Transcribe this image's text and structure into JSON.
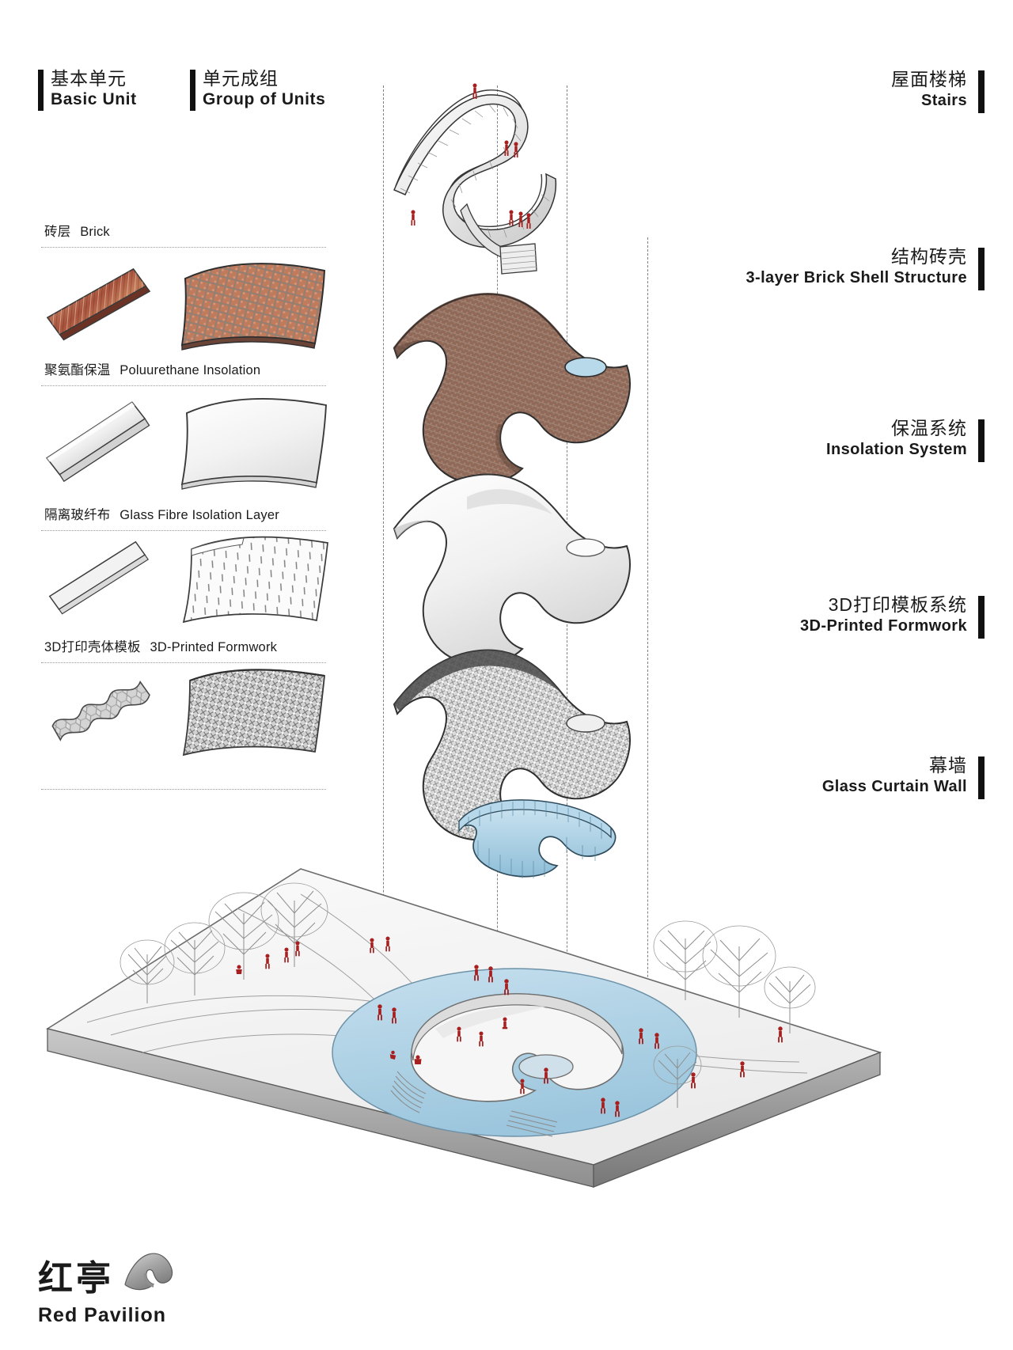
{
  "document": {
    "title": "Red Pavilion exploded axonometric construction diagram",
    "background": "#ffffff"
  },
  "legend_headers": [
    {
      "cn": "基本单元",
      "en": "Basic Unit"
    },
    {
      "cn": "单元成组",
      "en": "Group of Units"
    }
  ],
  "materials": [
    {
      "cn": "砖层",
      "en": "Brick",
      "unit_icon": "brick-unit-swatch",
      "group_icon": "brick-group-swatch"
    },
    {
      "cn": "聚氨酯保温",
      "en": "Poluurethane Insolation",
      "unit_icon": "insulation-unit-swatch",
      "group_icon": "insulation-group-swatch"
    },
    {
      "cn": "隔离玻纤布",
      "en": "Glass Fibre Isolation Layer",
      "unit_icon": "glassfibre-unit-swatch",
      "group_icon": "glassfibre-group-swatch"
    },
    {
      "cn": "3D打印壳体模板",
      "en": "3D-Printed Formwork",
      "unit_icon": "formwork-unit-swatch",
      "group_icon": "formwork-group-swatch"
    }
  ],
  "stages": [
    {
      "cn": "屋面楼梯",
      "en": "Stairs",
      "layer_icon": "roof-stairs-model"
    },
    {
      "cn": "结构砖壳",
      "en": "3-layer Brick Shell Structure",
      "layer_icon": "brick-shell-model"
    },
    {
      "cn": "保温系统",
      "en": "Insolation System",
      "layer_icon": "insulation-shell-model"
    },
    {
      "cn": "3D打印模板系统",
      "en": "3D-Printed Formwork",
      "layer_icon": "formwork-shell-model"
    },
    {
      "cn": "幕墙",
      "en": "Glass Curtain Wall",
      "layer_icon": "glass-curtain-wall-model"
    }
  ],
  "site": {
    "icon": "site-plan-model",
    "elements": [
      "ground-plane",
      "trees",
      "pond",
      "human-figures",
      "amphitheatre-steps"
    ]
  },
  "logo": {
    "cn": "红亭",
    "en": "Red Pavilion",
    "icon": "pavilion-shell-logo-icon"
  },
  "colors": {
    "brick": "#8d6a5b",
    "brick_light": "#c98a6a",
    "brick_dark": "#6f5247",
    "insulation": "#f2f2f2",
    "insulation_shadow": "#cfcfcf",
    "formwork": "#d8d8d8",
    "glass_blue": "#a9cfe4",
    "glass_blue_dark": "#7fb3cf",
    "figure_red": "#a5201f",
    "ground": "#f4f4f4",
    "ground_edge": "#9c9c9c",
    "tree_gray": "#8e8e8e",
    "ink": "#111111",
    "dotted_rule": "#9a9a9a"
  }
}
